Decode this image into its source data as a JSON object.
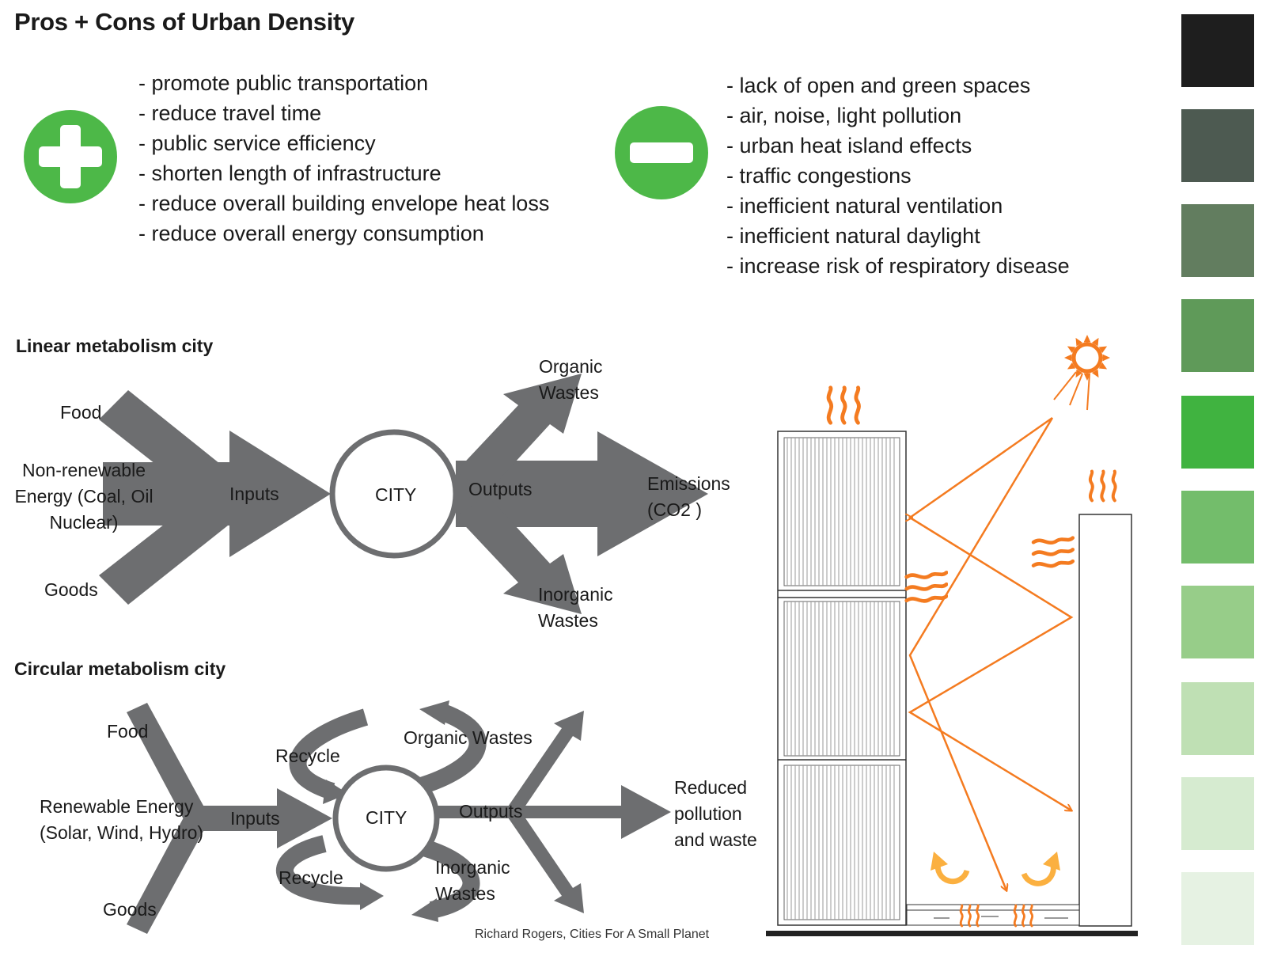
{
  "title": "Pros + Cons of Urban Density",
  "pros": [
    "- promote public transportation",
    "- reduce travel time",
    "- public service efficiency",
    "- shorten length of infrastructure",
    "- reduce overall building envelope heat loss",
    "- reduce overall energy consumption"
  ],
  "cons": [
    "- lack of open and green spaces",
    "- air, noise, light pollution",
    "- urban heat island effects",
    "- traffic congestions",
    "- inefficient  natural ventilation",
    "- inefficient natural daylight",
    "- increase risk of respiratory disease"
  ],
  "linear": {
    "title": "Linear metabolism city",
    "food": "Food",
    "energy": [
      "Non-renewable",
      "Energy (Coal, Oil",
      "Nuclear)"
    ],
    "goods": "Goods",
    "inputs": "Inputs",
    "city": "CITY",
    "outputs": "Outputs",
    "organic": [
      "Organic",
      "Wastes"
    ],
    "emissions": "Emissions",
    "co2": "(CO2 )",
    "inorganic": [
      "Inorganic",
      "Wastes"
    ]
  },
  "circular": {
    "title": "Circular metabolism city",
    "food": "Food",
    "energy": [
      "Renewable Energy",
      "(Solar, Wind, Hydro)"
    ],
    "goods": "Goods",
    "inputs": "Inputs",
    "city": "CITY",
    "outputs": "Outputs",
    "recycle_top": "Recycle",
    "recycle_bottom": "Recycle",
    "organic": "Organic Wastes",
    "inorganic": [
      "Inorganic",
      "Wastes"
    ],
    "reduced": [
      "Reduced",
      "pollution",
      "and waste"
    ]
  },
  "credit": "Richard Rogers, Cities For A Small Planet",
  "colors": {
    "arrow_gray": "#6d6e70",
    "plus_green": "#4db848",
    "orange": "#f47b20",
    "yellow": "#fbb040",
    "swatches": [
      "#1e1e1e",
      "#4d5a51",
      "#627d5f",
      "#5f9a59",
      "#40b340",
      "#73bd6b",
      "#97cd89",
      "#bfe0b4",
      "#d6ebd0",
      "#e6f2e3"
    ]
  },
  "icons": [
    "plus-icon",
    "minus-icon",
    "arrows-up-down-icon",
    "sun-icon",
    "heat-waves-icon",
    "recycle-arrow-icon"
  ]
}
